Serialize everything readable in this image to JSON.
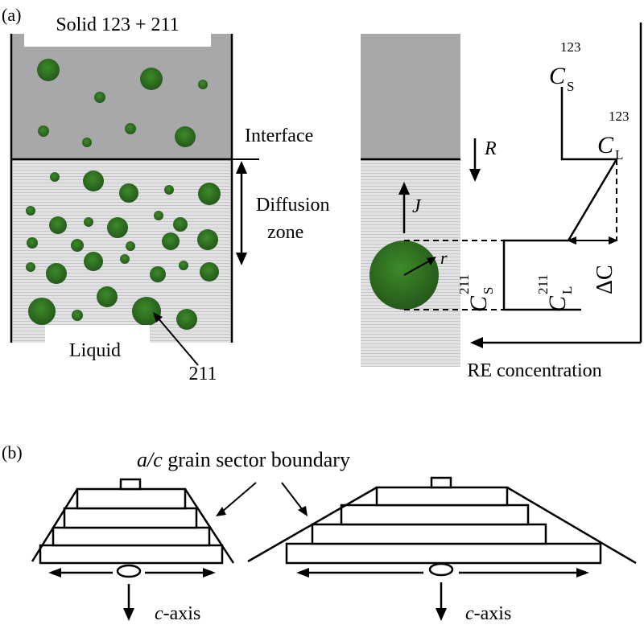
{
  "panel_a": {
    "label": "(a)",
    "solid_label": "Solid 123 + 211",
    "interface_label": "Interface",
    "diffusion_label_1": "Diffusion",
    "diffusion_label_2": "zone",
    "liquid_label": "Liquid",
    "particle_label": "211",
    "velocity_symbol": "R",
    "flux_symbol": "J",
    "radius_symbol": "r",
    "cs123": {
      "main": "C",
      "sub": "S",
      "sup": "123"
    },
    "cl123": {
      "main": "C",
      "sub": "L",
      "sup": "123"
    },
    "cs211": {
      "main": "C",
      "sub": "S",
      "sup": "211"
    },
    "cl211": {
      "main": "C",
      "sub": "L",
      "sup": "211"
    },
    "delta_c": "ΔC",
    "x_axis_label": "RE concentration"
  },
  "panel_b": {
    "label": "(b)",
    "boundary_label_italic": "a/c",
    "boundary_label_rest": " grain sector boundary",
    "axis_label_italic": "c",
    "axis_label_rest": "-axis"
  },
  "colors": {
    "solid_fill": "#a6a6a8",
    "liquid_fill": "#dcdcde",
    "particle": "#2e6e1e",
    "particle_edge": "#3f8a2c"
  }
}
